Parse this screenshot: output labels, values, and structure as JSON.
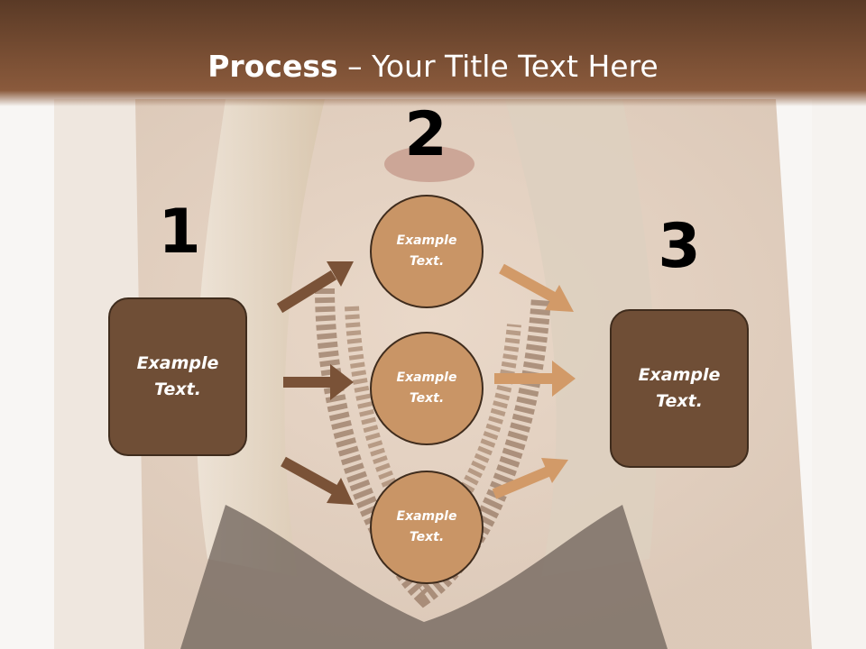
{
  "title": {
    "bold": "Process",
    "rest": " – Your Title Text Here"
  },
  "steps": [
    {
      "number": "1"
    },
    {
      "number": "2"
    },
    {
      "number": "3"
    }
  ],
  "boxes": [
    {
      "text": "Example Text."
    },
    {
      "text": "Example Text."
    }
  ],
  "circles": [
    {
      "text": "Example Text."
    },
    {
      "text": "Example Text."
    },
    {
      "text": "Example Text."
    }
  ],
  "colors": {
    "title_bar": "#6e4630",
    "box_fill": "#6f4e36",
    "circle_fill": "#c99566",
    "arrow_dark": "#7a5237",
    "arrow_light": "#d29a68"
  }
}
